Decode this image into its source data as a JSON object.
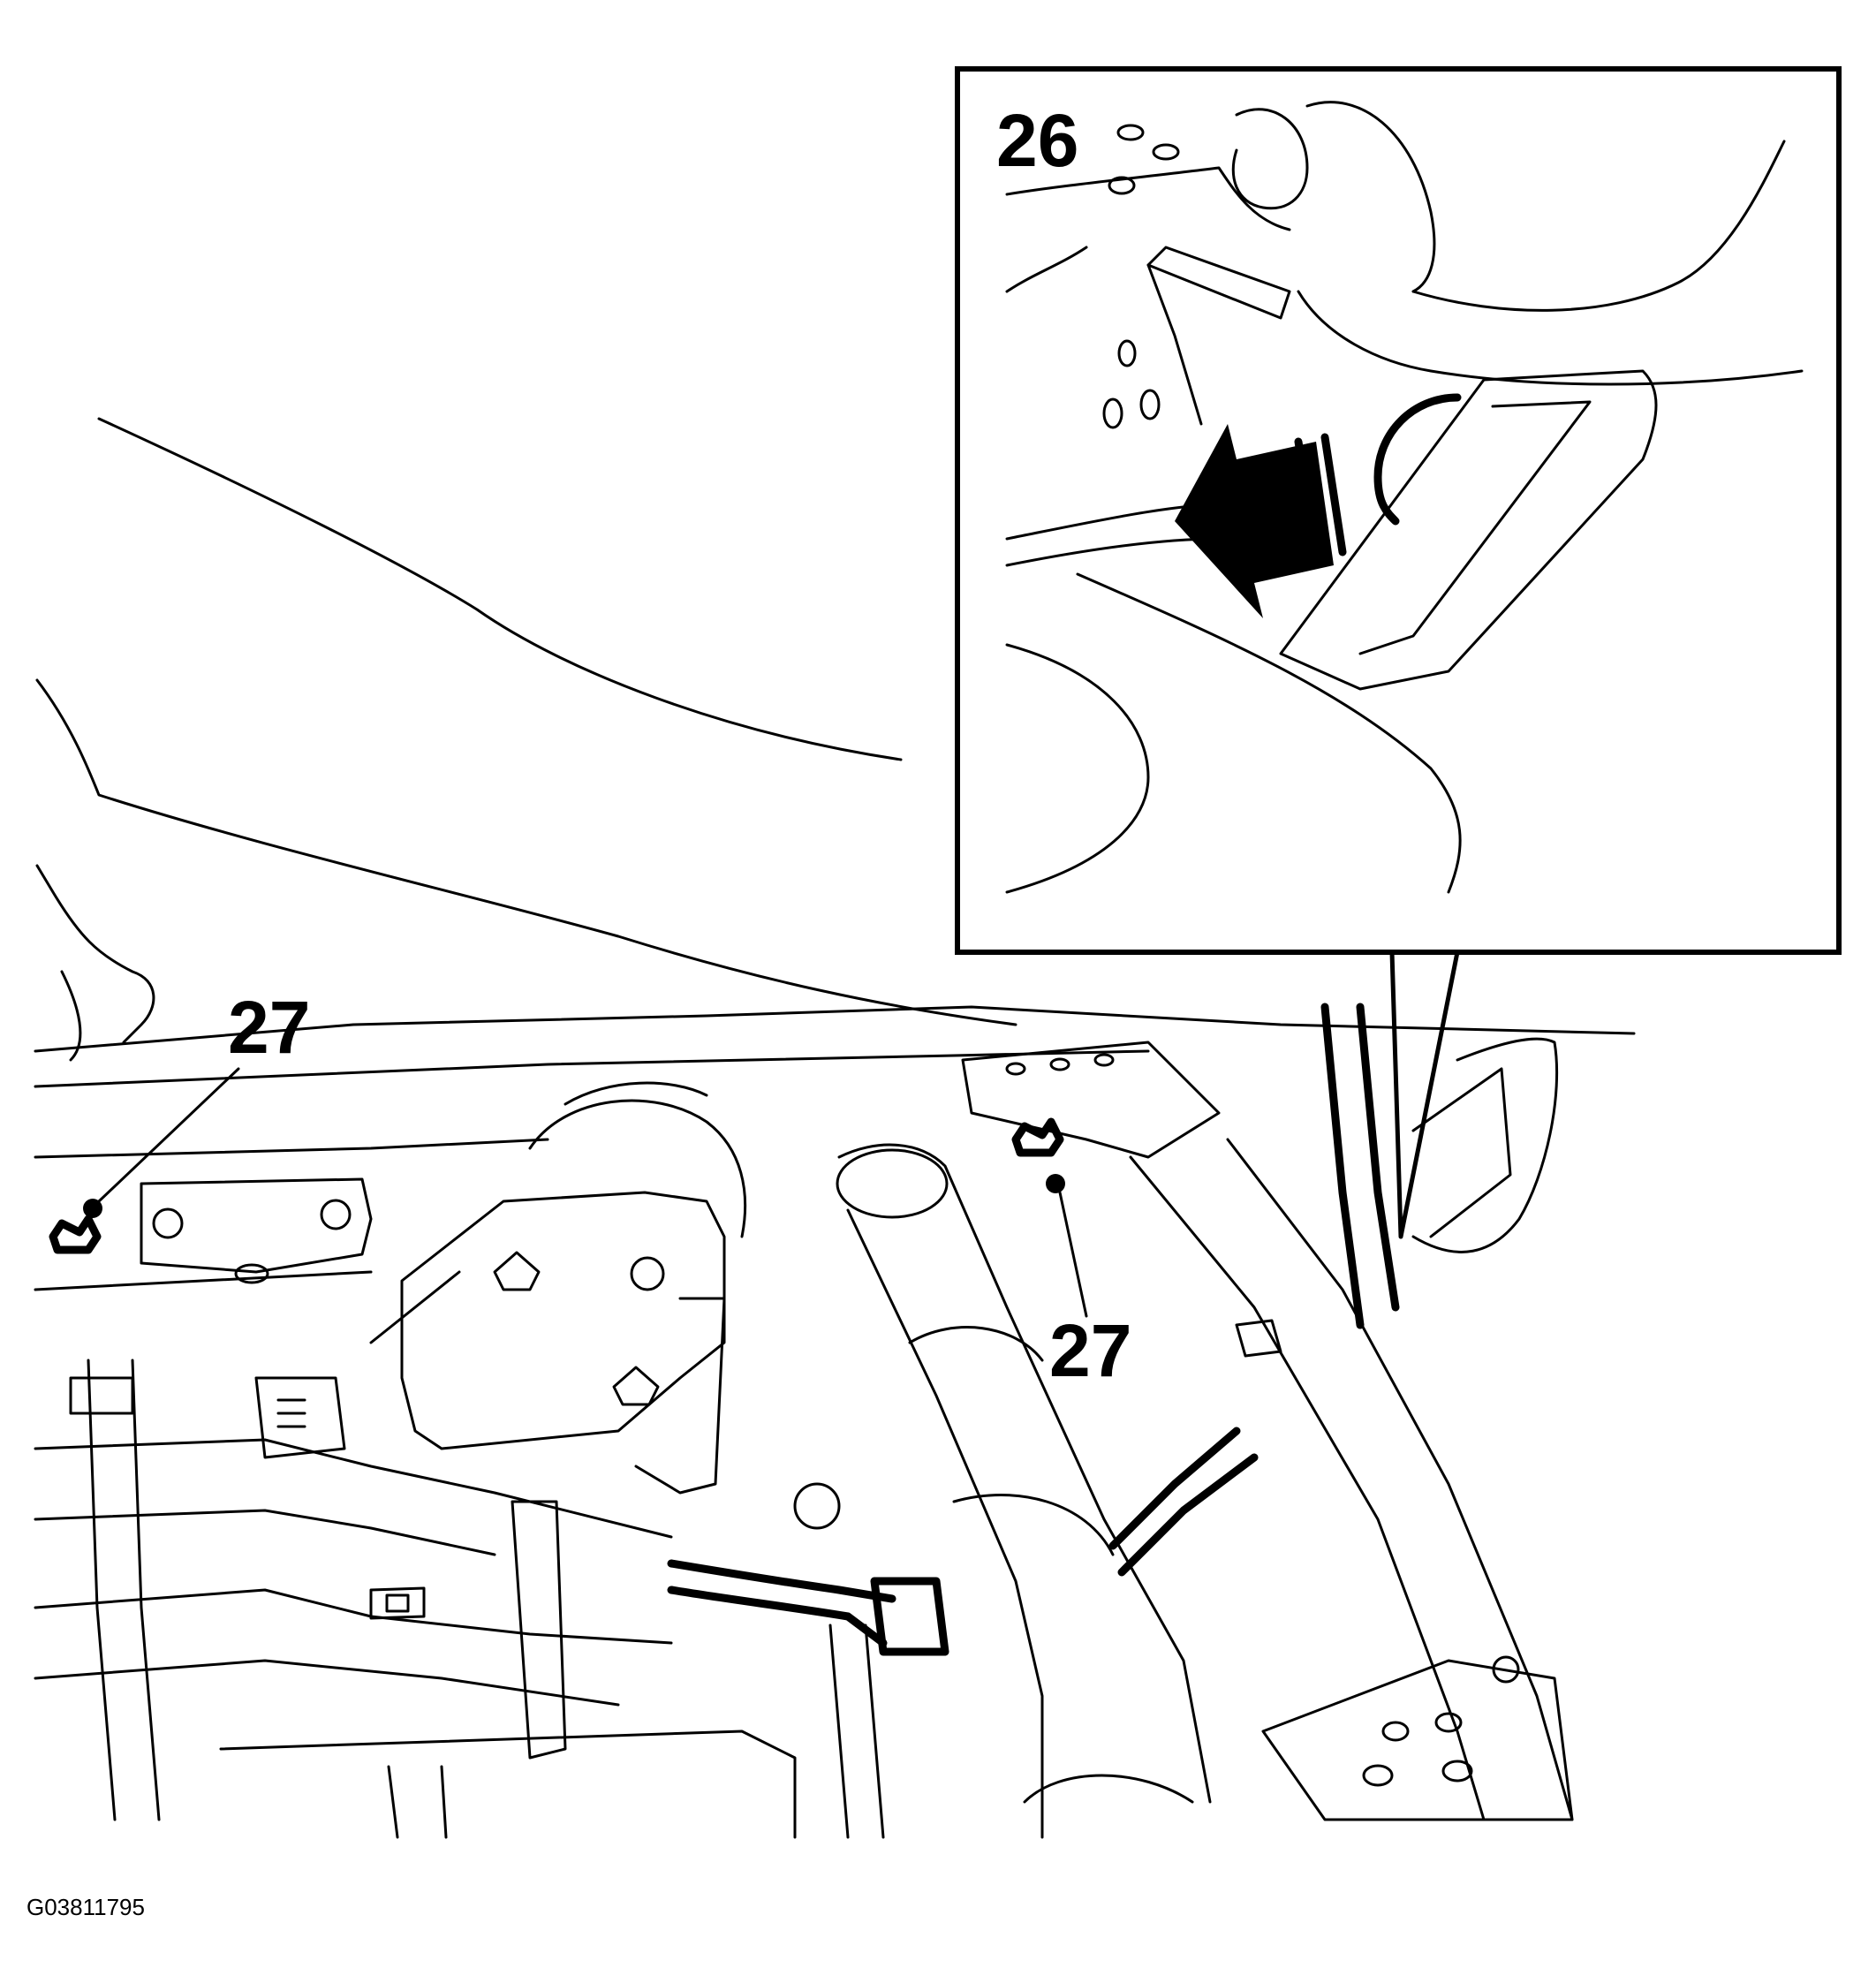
{
  "callouts": {
    "detail_label": "26",
    "left_label": "27",
    "right_label": "27"
  },
  "figure_id": "G03811795"
}
